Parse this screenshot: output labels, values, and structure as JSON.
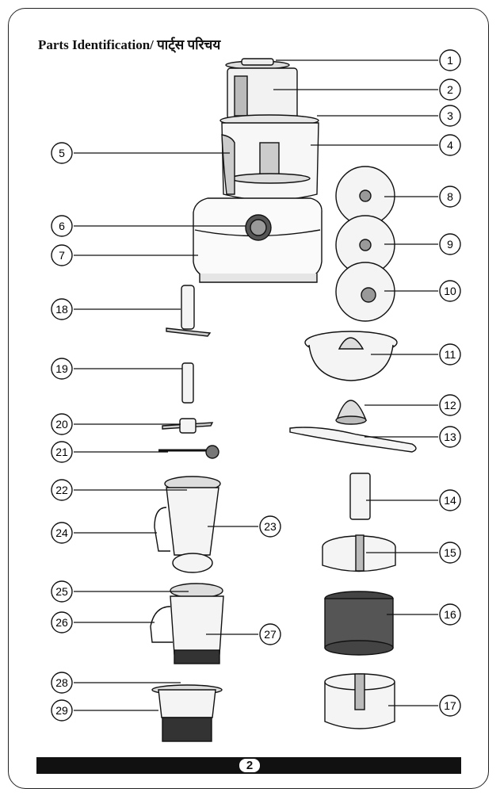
{
  "title": "Parts Identification/ पार्ट्स  परिचय",
  "page_number": "2",
  "part_numbers": [
    "1",
    "2",
    "3",
    "4",
    "5",
    "6",
    "7",
    "8",
    "9",
    "10",
    "11",
    "12",
    "13",
    "14",
    "15",
    "16",
    "17",
    "18",
    "19",
    "20",
    "21",
    "22",
    "23",
    "24",
    "25",
    "26",
    "27",
    "28",
    "29"
  ],
  "colors": {
    "ink": "#111111",
    "frame": "#222222",
    "metal": "#cfcfcf",
    "dark": "#2a2a2a"
  }
}
